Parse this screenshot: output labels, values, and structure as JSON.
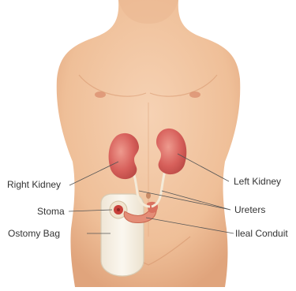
{
  "labels": {
    "right_kidney": "Right Kidney",
    "left_kidney": "Left Kidney",
    "stoma": "Stoma",
    "ureters": "Ureters",
    "ostomy_bag": "Ostomy Bag",
    "ileal_conduit": "Ileal Conduit"
  },
  "colors": {
    "skin": "#f2c4a0",
    "skin_shadow": "#e3a87f",
    "kidney": "#d7605b",
    "kidney_light": "#e98a80",
    "ureter": "#f4ead8",
    "stoma": "#c8403a",
    "bag": "#f7f1e6",
    "leader_line": "#555555",
    "text": "#333333"
  }
}
